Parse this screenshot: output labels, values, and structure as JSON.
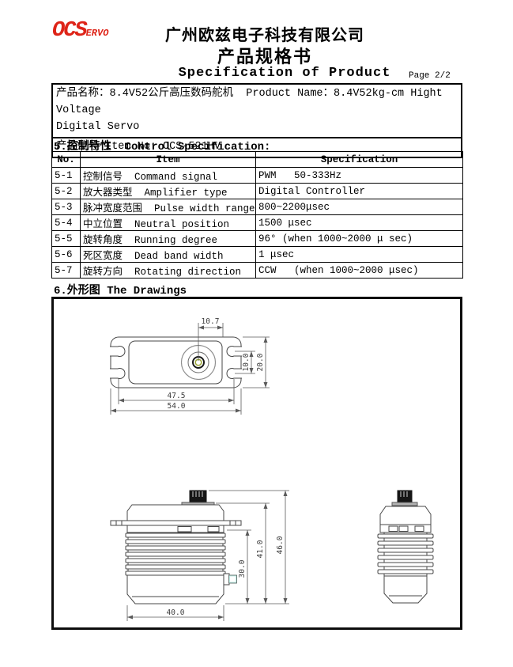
{
  "header": {
    "logo_ocs": "OCS",
    "logo_ervo": "ERVO",
    "company_name_cn": "广州欧兹电子科技有限公司",
    "doc_title_cn": "产品规格书",
    "spec_title_en": "Specification of Product",
    "page_label": "Page 2/2"
  },
  "product_info": {
    "name_line1": "产品名称：8.4V52公斤高压数码舵机  Product Name：8.4V52kg-cm Hight Voltage",
    "name_line2": "Digital Servo",
    "item_line": "产品型号 Item No: OCS-521HV"
  },
  "control_spec": {
    "section_title": "5.控制特性  Control Specification:",
    "columns": {
      "no": "No.",
      "item": "Item",
      "spec": "Specification"
    },
    "rows": [
      {
        "no": "5-1",
        "item": "控制信号  Command signal",
        "spec": "PWM   50-333Hz"
      },
      {
        "no": "5-2",
        "item": "放大器类型  Amplifier type",
        "spec": "Digital Controller"
      },
      {
        "no": "5-3",
        "item": "脉冲宽度范围  Pulse width range",
        "spec": "800~2200μsec"
      },
      {
        "no": "5-4",
        "item": "中立位置  Neutral position",
        "spec": "1500 μsec"
      },
      {
        "no": "5-5",
        "item": "旋转角度  Running degree",
        "spec": "96° (when 1000~2000 μ sec)"
      },
      {
        "no": "5-6",
        "item": "死区宽度  Dead band width",
        "spec": "1 μsec"
      },
      {
        "no": "5-7",
        "item": "旋转方向  Rotating direction",
        "spec": "CCW   (when 1000~2000 μsec)"
      }
    ]
  },
  "drawings": {
    "section_title": "6.外形图 The Drawings",
    "top_view": {
      "dim_shaft_offset": "10.7",
      "dim_slot_pitch": "10.0",
      "dim_case_width": "20.0",
      "dim_mount_span": "47.5",
      "dim_total_length": "54.0"
    },
    "side_view": {
      "dim_lower_height": "30.0",
      "dim_case_height": "41.0",
      "dim_total_height": "46.0",
      "dim_case_length": "40.0"
    }
  },
  "colors": {
    "logo_red": "#de2418",
    "drawing_line": "#474747",
    "connector_highlight": "#bfeee6",
    "shaft_center_ring": "#9aa435"
  }
}
